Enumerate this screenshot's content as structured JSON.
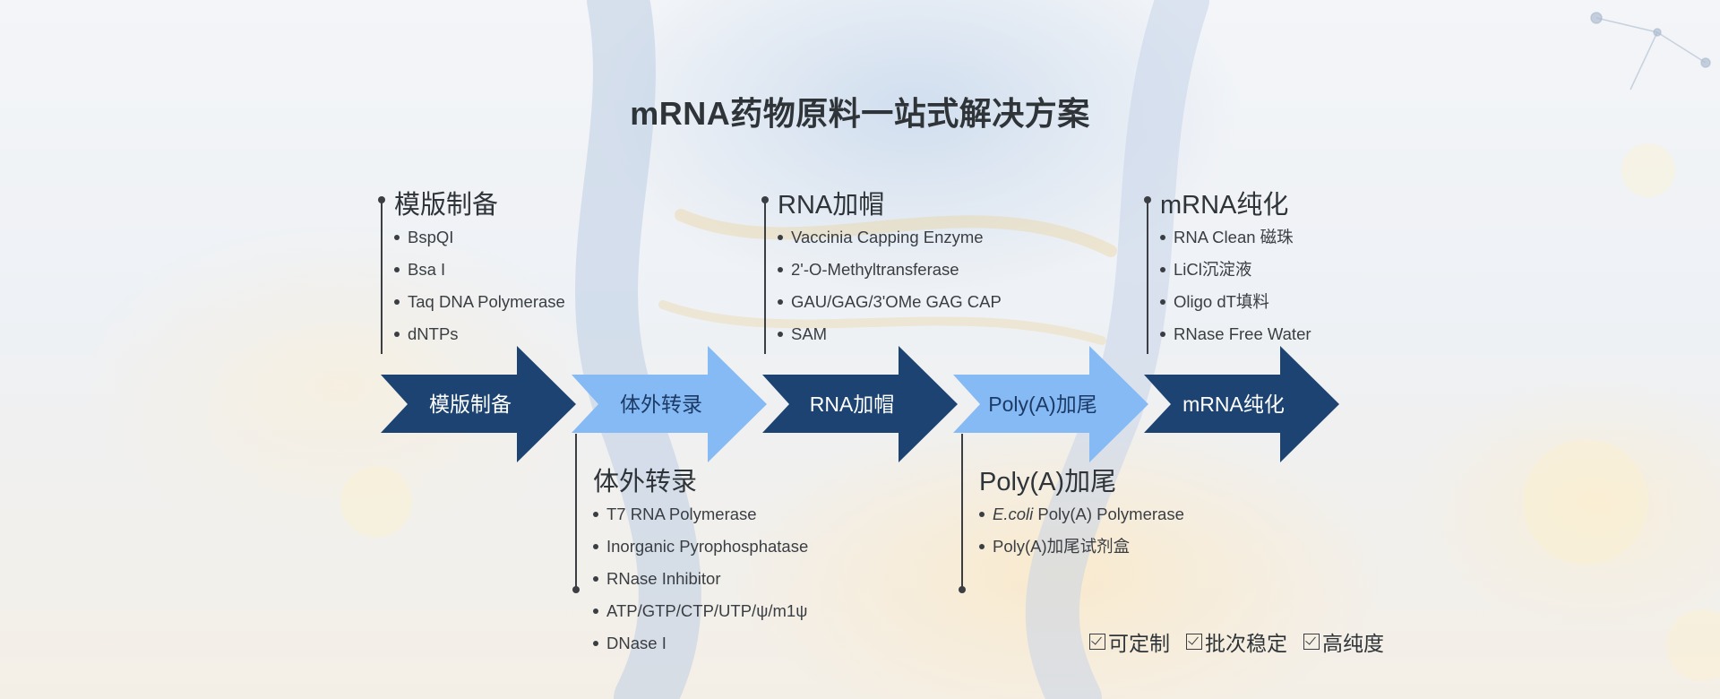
{
  "title": "mRNA药物原料一站式解决方案",
  "colors": {
    "dark_arrow": "#1c4372",
    "light_arrow": "#86baf4",
    "text": "#2f3438"
  },
  "arrows": [
    {
      "label": "模版制备",
      "style": "dark"
    },
    {
      "label": "体外转录",
      "style": "light"
    },
    {
      "label": "RNA加帽",
      "style": "dark"
    },
    {
      "label": "Poly(A)加尾",
      "style": "light"
    },
    {
      "label": "mRNA纯化",
      "style": "dark"
    }
  ],
  "blocks": {
    "template": {
      "title": "模版制备",
      "items": [
        "BspQI",
        "Bsa I",
        "Taq  DNA Polymerase",
        "dNTPs"
      ]
    },
    "ivt": {
      "title": "体外转录",
      "items": [
        "T7 RNA Polymerase",
        "Inorganic Pyrophosphatase",
        "RNase Inhibitor",
        "ATP/GTP/CTP/UTP/ψ/m1ψ",
        "DNase I"
      ]
    },
    "capping": {
      "title": "RNA加帽",
      "items": [
        "Vaccinia Capping Enzyme",
        "2'-O-Methyltransferase",
        "GAU/GAG/3'OMe GAG CAP",
        "SAM"
      ]
    },
    "polya": {
      "title": "Poly(A)加尾",
      "items": [
        "E.coli",
        "Poly(A) Polymerase",
        "Poly(A)加尾试剂盒"
      ]
    },
    "purification": {
      "title": "mRNA纯化",
      "items": [
        "RNA Clean 磁珠",
        "LiCl沉淀液",
        "Oligo dT填料",
        "RNase Free Water"
      ]
    }
  },
  "features": [
    "可定制",
    "批次稳定",
    "高纯度"
  ]
}
